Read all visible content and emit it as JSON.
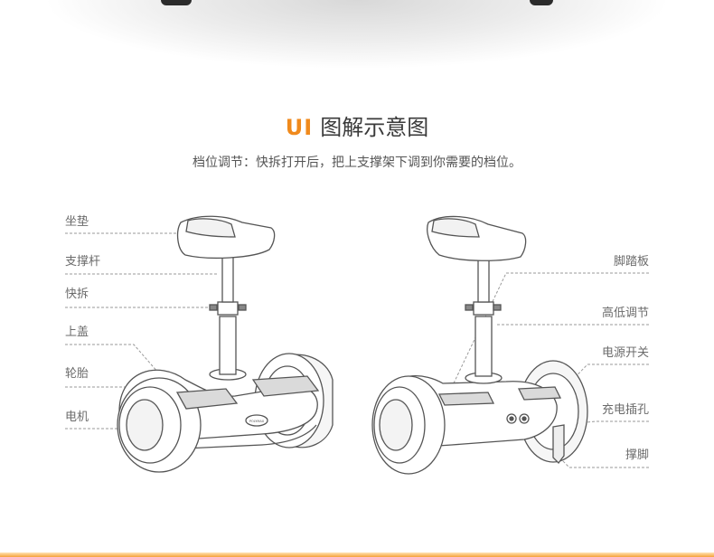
{
  "header": {
    "accent": "UI",
    "title": "图解示意图",
    "subtitle": "档位调节：快拆打开后，把上支撑架下调到你需要的档位。",
    "accent_color": "#f08a1c"
  },
  "left_labels": [
    "坐垫",
    "支撑杆",
    "快拆",
    "上盖",
    "轮胎",
    "电机"
  ],
  "right_labels": [
    "脚踏板",
    "高低调节",
    "电源开关",
    "充电插孔",
    "撑脚"
  ],
  "brand_mark": "POLYMAX"
}
